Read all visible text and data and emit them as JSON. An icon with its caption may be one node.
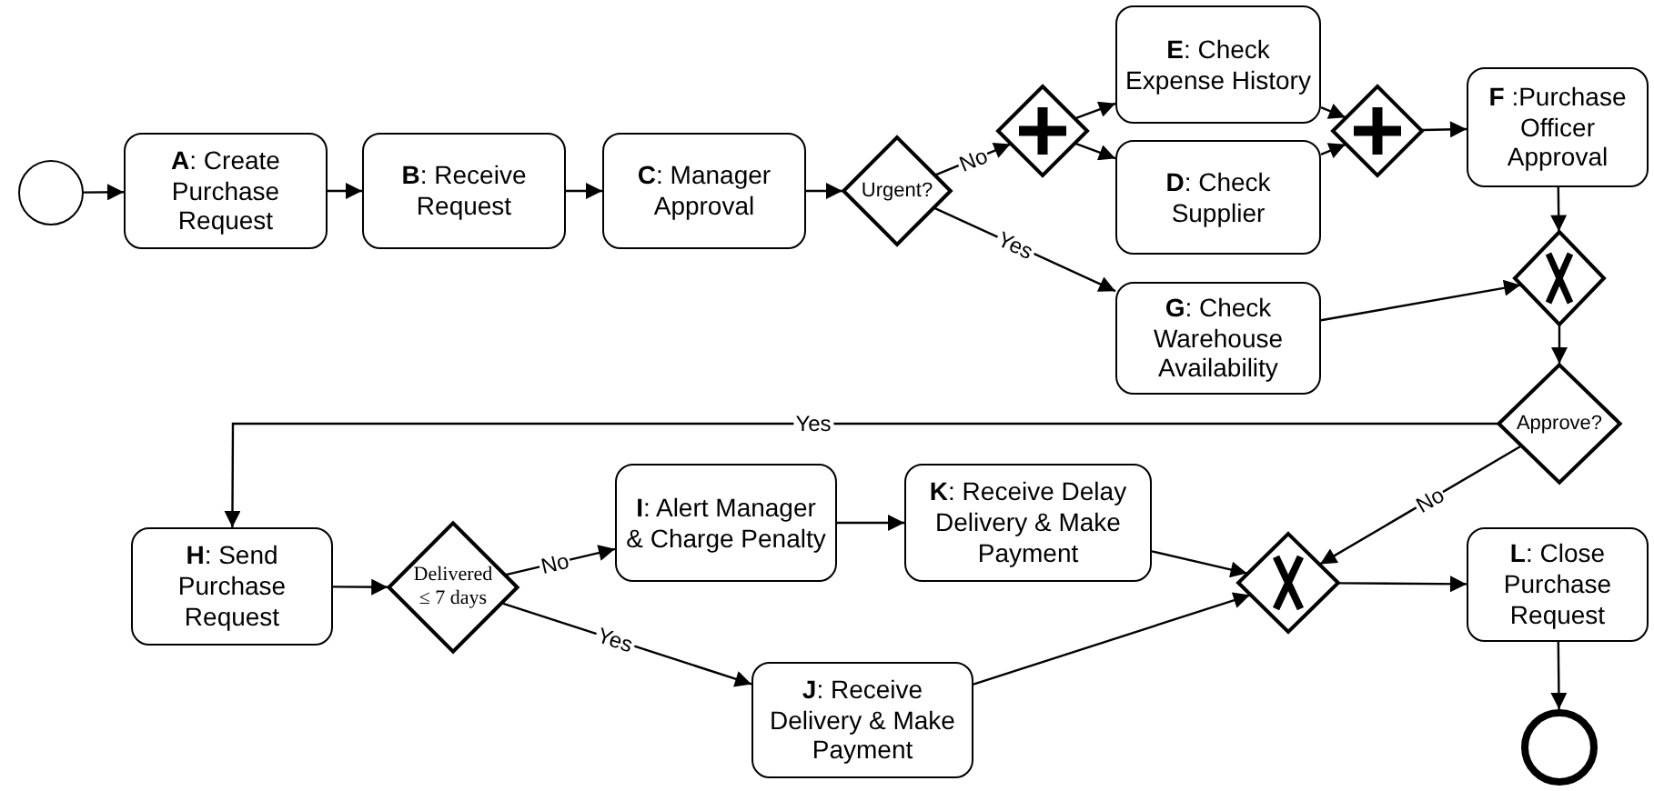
{
  "diagram": {
    "nodes": [
      {
        "text": [],
        "shape": "circle"
      },
      {
        "text": [
          "**A**: Create Purchase Request"
        ]
      },
      {
        "text": [
          "**B**: Receive Request"
        ]
      },
      {
        "text": [
          "**C**: Manager Approval"
        ]
      },
      {
        "text": [
          "Urgent?"
        ]
      },
      {
        "text": [],
        "shape": "diamond"
      },
      {
        "text": [
          "**E**: Check Expense History"
        ]
      },
      {
        "text": [
          "**D**: Check Supplier"
        ]
      },
      {
        "text": [],
        "shape": "diamond"
      },
      {
        "text": [
          "**F** :Purchase Officer Approval"
        ]
      },
      {
        "text": [],
        "shape": "diamond"
      },
      {
        "text": [
          "**G**: Check Warehouse Availability"
        ]
      },
      {
        "text": [
          "Approve?"
        ]
      },
      {
        "text": [
          "**H**: Send Purchase Request"
        ]
      },
      {
        "text": [
          "Delivered ≤ 7 days"
        ]
      },
      {
        "text": [
          "**I**: Alert Manager & Charge Penalty"
        ]
      },
      {
        "text": [
          "**K**: Receive Delay Delivery & Make Payment"
        ]
      },
      {
        "text": [],
        "shape": "diamond"
      },
      {
        "text": [
          "**L**: Close Purchase Request"
        ]
      },
      {
        "text": [
          "**J**: Receive Delivery & Make Payment"
        ]
      },
      {
        "text": [],
        "shape": "circle"
      }
    ],
    "edges": [
      {
        "from": 0,
        "to": 1,
        "arrow": "to"
      },
      {
        "from": 1,
        "to": 2,
        "arrow": "to"
      },
      {
        "from": 2,
        "to": 3,
        "arrow": "to"
      },
      {
        "from": 3,
        "to": 4,
        "arrow": "to"
      },
      {
        "from": 4,
        "to": 5,
        "arrow": "to",
        "label": "No"
      },
      {
        "from": 4,
        "to": 11,
        "arrow": "to",
        "label": "Yes"
      },
      {
        "from": 5,
        "to": 6,
        "arrow": "to"
      },
      {
        "from": 5,
        "to": 7,
        "arrow": "to"
      },
      {
        "from": 6,
        "to": 8,
        "arrow": "to"
      },
      {
        "from": 7,
        "to": 8,
        "arrow": "to"
      },
      {
        "from": 8,
        "to": 9,
        "arrow": "to"
      },
      {
        "from": 9,
        "to": 10,
        "arrow": "to"
      },
      {
        "from": 11,
        "to": 10,
        "arrow": "to"
      },
      {
        "from": 10,
        "to": 12,
        "arrow": "to"
      },
      {
        "from": 12,
        "to": 13,
        "arrow": "to",
        "label": "Yes"
      },
      {
        "from": 12,
        "to": 17,
        "arrow": "to",
        "label": "No"
      },
      {
        "from": 13,
        "to": 14,
        "arrow": "to"
      },
      {
        "from": 14,
        "to": 15,
        "arrow": "to",
        "label": "No"
      },
      {
        "from": 14,
        "to": 19,
        "arrow": "to",
        "label": "Yes"
      },
      {
        "from": 15,
        "to": 16,
        "arrow": "to"
      },
      {
        "from": 16,
        "to": 17,
        "arrow": "to"
      },
      {
        "from": 19,
        "to": 17,
        "arrow": "to"
      },
      {
        "from": 17,
        "to": 18,
        "arrow": "to"
      },
      {
        "from": 18,
        "to": 20,
        "arrow": "to"
      }
    ]
  }
}
